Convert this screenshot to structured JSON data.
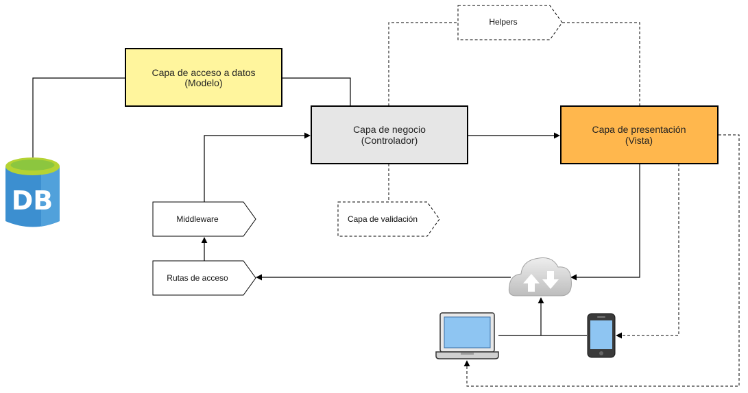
{
  "boxes": {
    "data_access": {
      "line1": "Capa de acceso a datos",
      "line2": "(Modelo)",
      "color": "#fff59d"
    },
    "business": {
      "line1": "Capa de negocio",
      "line2": "(Controlador)",
      "color": "#e6e6e6"
    },
    "presentation": {
      "line1": "Capa de presentación",
      "line2": "(Vista)",
      "color": "#ffb74d"
    }
  },
  "tags": {
    "helpers": "Helpers",
    "middleware": "Middleware",
    "validation": "Capa de validación",
    "routes": "Rutas de acceso"
  },
  "db": {
    "label": "DB",
    "color": "#3c8fd0",
    "top_color": "#8cc63f"
  },
  "icons": [
    "database-icon",
    "cloud-icon",
    "laptop-icon",
    "smartphone-icon"
  ]
}
